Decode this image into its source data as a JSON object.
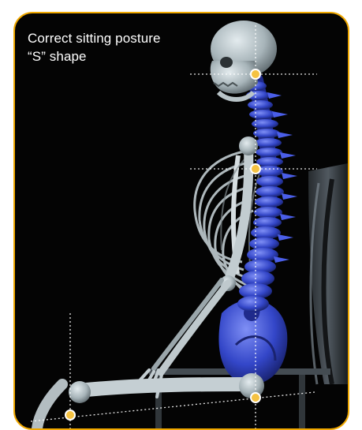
{
  "caption": {
    "line1": "Correct sitting posture",
    "line2": "“S” shape"
  },
  "colors": {
    "border": "#f0a800",
    "background": "#040404",
    "bone": "#b8c4c8",
    "spine": "#3a4fd6",
    "marker": "#f5c242",
    "guide": "#ffffff"
  },
  "markers": [
    "neck-marker",
    "mid-back-marker",
    "hip-marker",
    "knee-marker"
  ]
}
